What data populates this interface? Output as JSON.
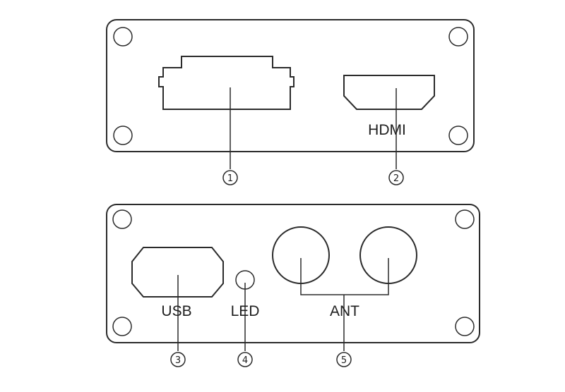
{
  "top_panel": {
    "port_label": "HDMI",
    "callouts": [
      "1",
      "2"
    ]
  },
  "bottom_panel": {
    "port_labels": {
      "usb": "USB",
      "led": "LED",
      "ant": "ANT"
    },
    "callouts": [
      "3",
      "4",
      "5"
    ]
  }
}
